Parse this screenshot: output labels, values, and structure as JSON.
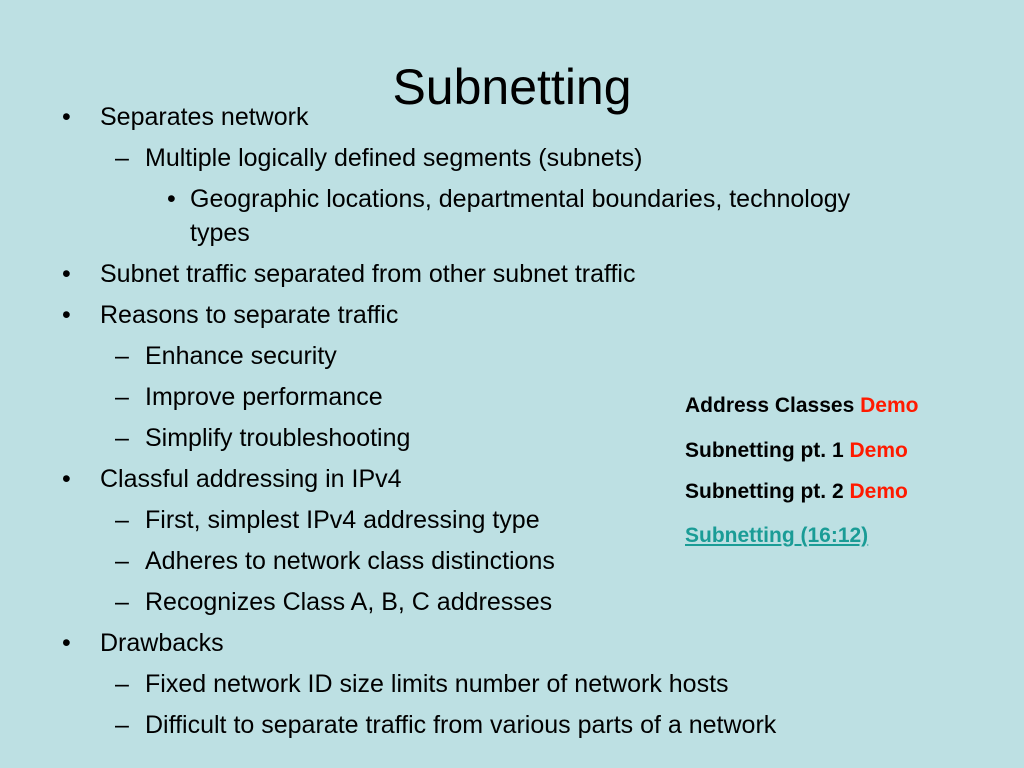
{
  "title": "Subnetting",
  "bullets": [
    {
      "marker": "•",
      "text": "Separates network"
    },
    {
      "marker": "–",
      "text": "Multiple logically defined segments (subnets)"
    },
    {
      "marker": "•",
      "text": "Geographic locations, departmental boundaries, technology"
    },
    {
      "marker": "",
      "text": "types"
    },
    {
      "marker": "•",
      "text": "Subnet traffic separated from other subnet traffic"
    },
    {
      "marker": "•",
      "text": "Reasons to separate traffic"
    },
    {
      "marker": "–",
      "text": "Enhance security"
    },
    {
      "marker": "–",
      "text": "Improve performance"
    },
    {
      "marker": "–",
      "text": "Simplify troubleshooting"
    },
    {
      "marker": "•",
      "text": "Classful addressing in IPv4"
    },
    {
      "marker": "–",
      "text": "First, simplest IPv4 addressing type"
    },
    {
      "marker": "–",
      "text": "Adheres to network class distinctions"
    },
    {
      "marker": "–",
      "text": "Recognizes Class A, B, C addresses"
    },
    {
      "marker": "•",
      "text": "Drawbacks"
    },
    {
      "marker": "–",
      "text": "Fixed network ID size limits number of network hosts"
    },
    {
      "marker": "–",
      "text": "Difficult to separate traffic from various parts of a network"
    }
  ],
  "side_links": [
    {
      "label": "Address Classes",
      "demo": "Demo"
    },
    {
      "label": "Subnetting pt. 1",
      "demo": "Demo"
    },
    {
      "label": "Subnetting pt. 2",
      "demo": "Demo"
    }
  ],
  "video_link": "Subnetting (16:12)",
  "colors": {
    "background": "#bde0e3",
    "demo": "#ff1a00",
    "link": "#1a9c96"
  }
}
